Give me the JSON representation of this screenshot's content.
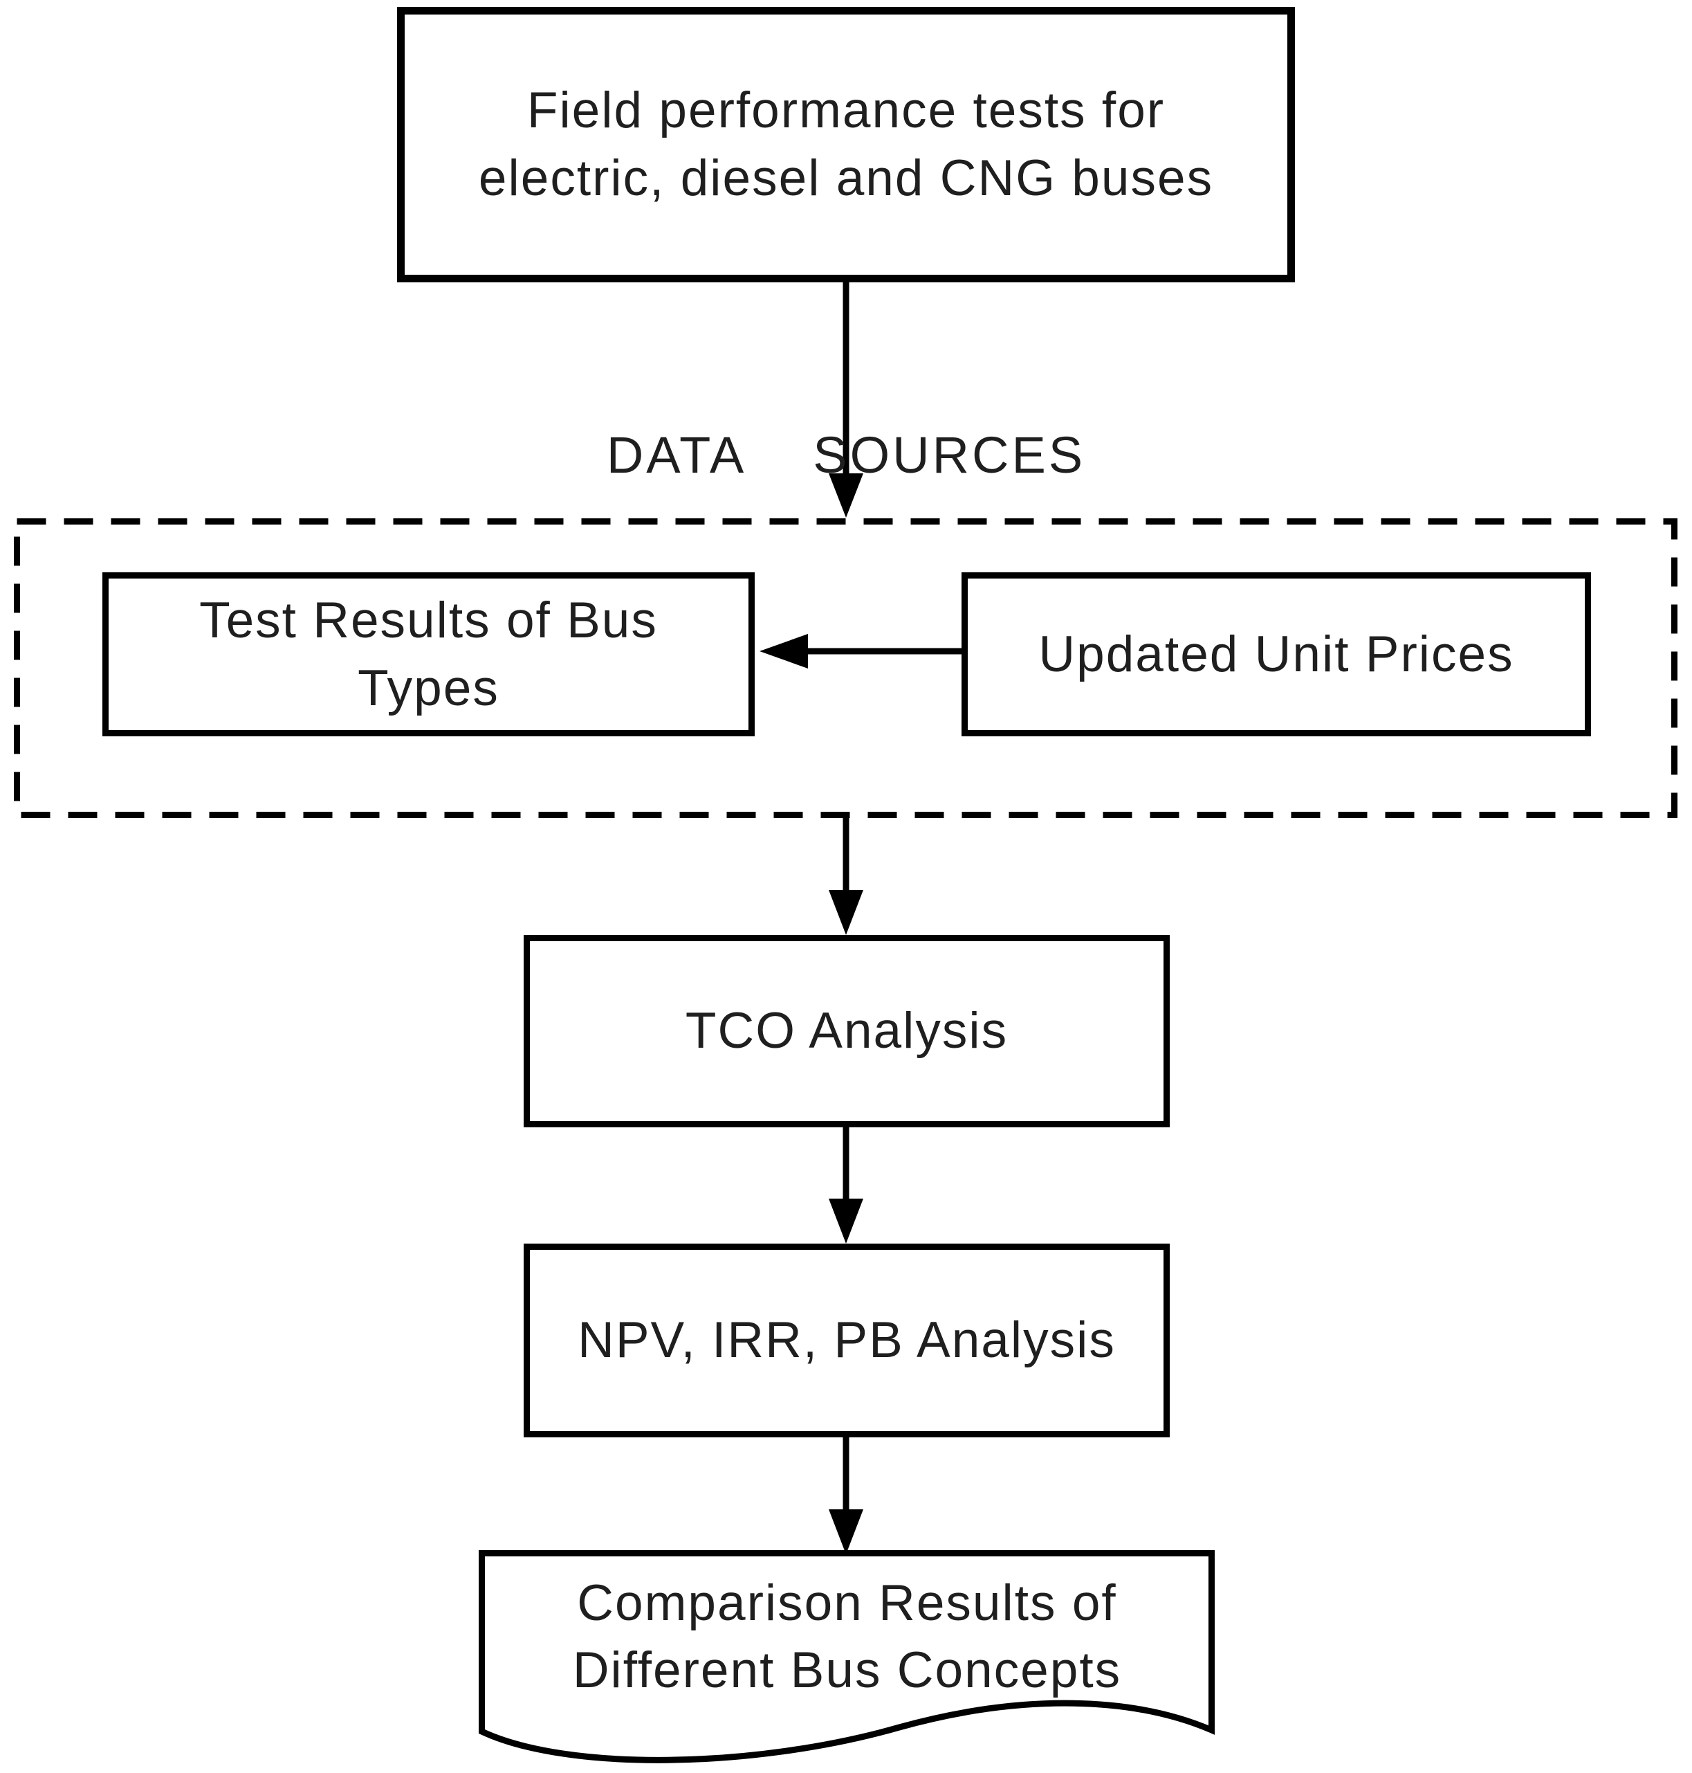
{
  "diagram": {
    "type": "flowchart",
    "background_color": "#ffffff",
    "line_color": "#000000",
    "text_color": "#1f1f1f",
    "nodes": {
      "field_tests": {
        "shape": "rectangle",
        "lines": [
          "Field performance tests for",
          "electric, diesel and CNG buses"
        ]
      },
      "data_sources_label": {
        "word_left": "DATA",
        "word_right": "SOURCES"
      },
      "data_sources_group": {
        "shape": "dashed-rectangle"
      },
      "test_results": {
        "shape": "rectangle",
        "lines": [
          "Test Results of Bus",
          "Types"
        ]
      },
      "unit_prices": {
        "shape": "rectangle",
        "label": "Updated Unit Prices"
      },
      "tco": {
        "shape": "rectangle",
        "label": "TCO Analysis"
      },
      "npv": {
        "shape": "rectangle",
        "label": "NPV, IRR, PB Analysis"
      },
      "comparison": {
        "shape": "document",
        "lines": [
          "Comparison Results of",
          "Different Bus Concepts"
        ]
      }
    },
    "edges": [
      {
        "from": "field_tests",
        "to": "data_sources_group",
        "direction": "down"
      },
      {
        "from": "unit_prices",
        "to": "test_results",
        "direction": "left"
      },
      {
        "from": "data_sources_group",
        "to": "tco",
        "direction": "down"
      },
      {
        "from": "tco",
        "to": "npv",
        "direction": "down"
      },
      {
        "from": "npv",
        "to": "comparison",
        "direction": "down"
      }
    ]
  }
}
